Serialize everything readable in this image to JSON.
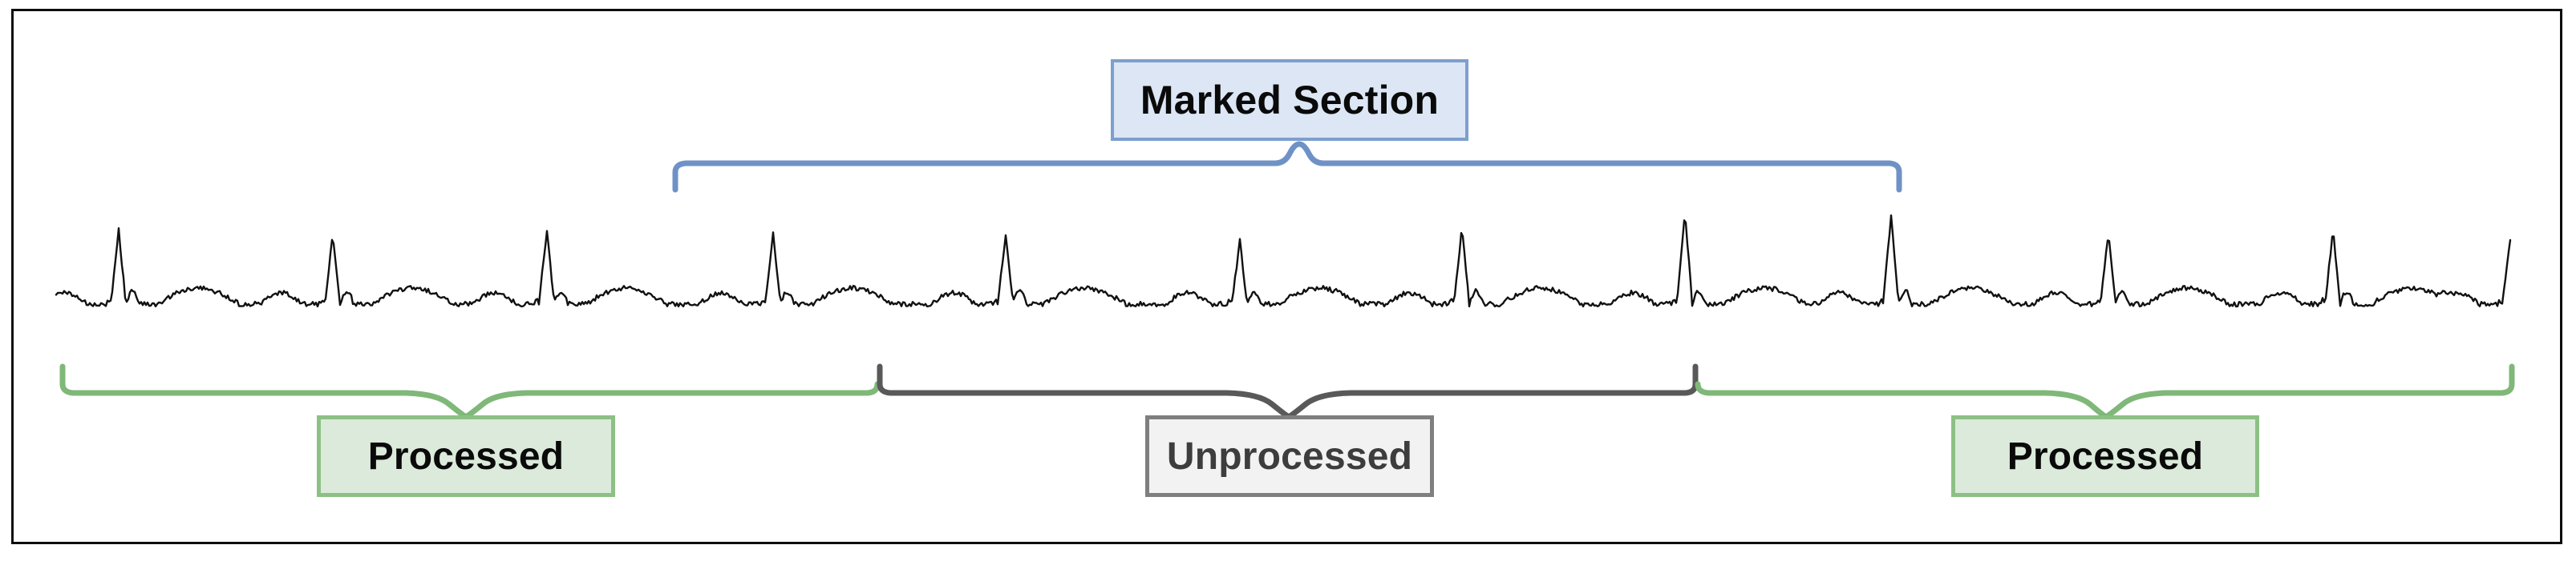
{
  "figure": {
    "title": "ECG signal annotated with marked section and processing status",
    "frame_border_color": "#0d0d0d",
    "background_color": "#ffffff"
  },
  "annotations": {
    "marked_section": {
      "label": "Marked Section",
      "fill_color": "#dce6f5",
      "border_color": "#7d9fce",
      "text_color": "#0a0a0a",
      "brace_color": "#6f92c6",
      "brace_start_x": 840,
      "brace_end_x": 2370,
      "position": "above-signal"
    },
    "segments": [
      {
        "label": "Processed",
        "fill_color": "#dbeada",
        "border_color": "#8cc084",
        "text_color": "#0a0a0a",
        "brace_color": "#7fb878",
        "brace_start_x": 75,
        "brace_end_x": 1095,
        "position": "below-signal"
      },
      {
        "label": "Unprocessed",
        "fill_color": "#f2f2f2",
        "border_color": "#7f7f7f",
        "text_color": "#3d3d3d",
        "brace_color": "#595959",
        "brace_start_x": 1095,
        "brace_end_x": 2115,
        "position": "below-signal"
      },
      {
        "label": "Processed",
        "fill_color": "#dbeada",
        "border_color": "#8cc084",
        "text_color": "#0a0a0a",
        "brace_color": "#7fb878",
        "brace_start_x": 2115,
        "brace_end_x": 3133,
        "position": "below-signal"
      }
    ]
  },
  "chart_data": {
    "type": "line",
    "title": "",
    "subtitle": "",
    "xlabel": "",
    "ylabel": "",
    "legend": [],
    "grid": false,
    "signal_name": "ECG",
    "line_color": "#111111",
    "line_width": 2,
    "baseline_y": 380,
    "x_range": [
      70,
      3130
    ],
    "y_range": [
      260,
      400
    ],
    "beat_count": 12,
    "r_peak_x": [
      148,
      415,
      682,
      964,
      1254,
      1546,
      1823,
      2101,
      2358,
      2629,
      2909,
      3130
    ],
    "r_peak_amplitude": [
      92,
      88,
      94,
      90,
      86,
      80,
      96,
      116,
      112,
      88,
      92,
      80
    ],
    "beat_morphology": {
      "p_wave_amplitude": 14,
      "q_dip": -6,
      "s_dip": -16,
      "t_wave_amplitude": 20,
      "noise_amplitude": 3
    }
  }
}
